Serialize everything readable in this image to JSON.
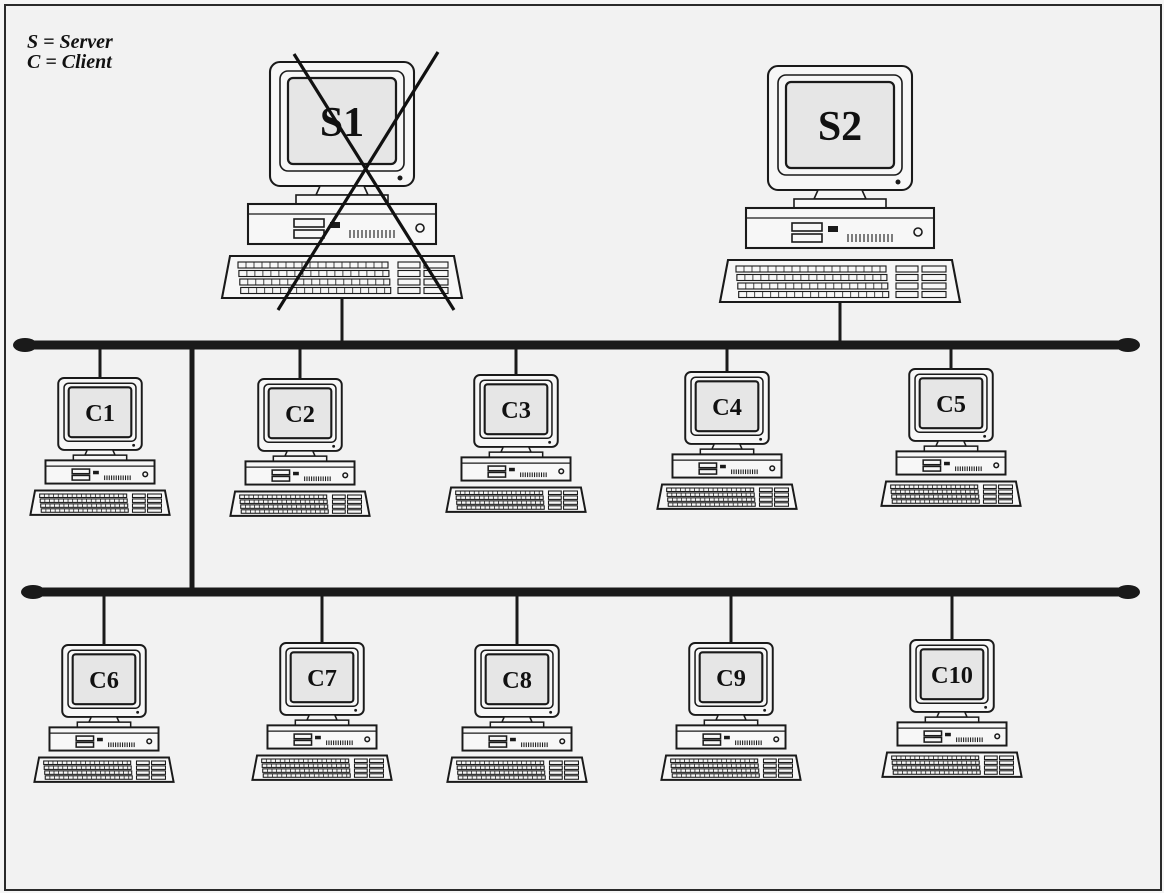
{
  "legend": {
    "server": "S = Server",
    "client": "C = Client"
  },
  "servers": [
    {
      "label": "S1",
      "failed": true
    },
    {
      "label": "S2",
      "failed": false
    }
  ],
  "clients": [
    {
      "label": "C1"
    },
    {
      "label": "C2"
    },
    {
      "label": "C3"
    },
    {
      "label": "C4"
    },
    {
      "label": "C5"
    },
    {
      "label": "C6"
    },
    {
      "label": "C7"
    },
    {
      "label": "C8"
    },
    {
      "label": "C9"
    },
    {
      "label": "C10"
    }
  ],
  "colors": {
    "line": "#1a1a1a",
    "monitor_fill": "#f7f7f7",
    "screen_fill": "#e6e6e6",
    "failure_mark": "#111111"
  }
}
